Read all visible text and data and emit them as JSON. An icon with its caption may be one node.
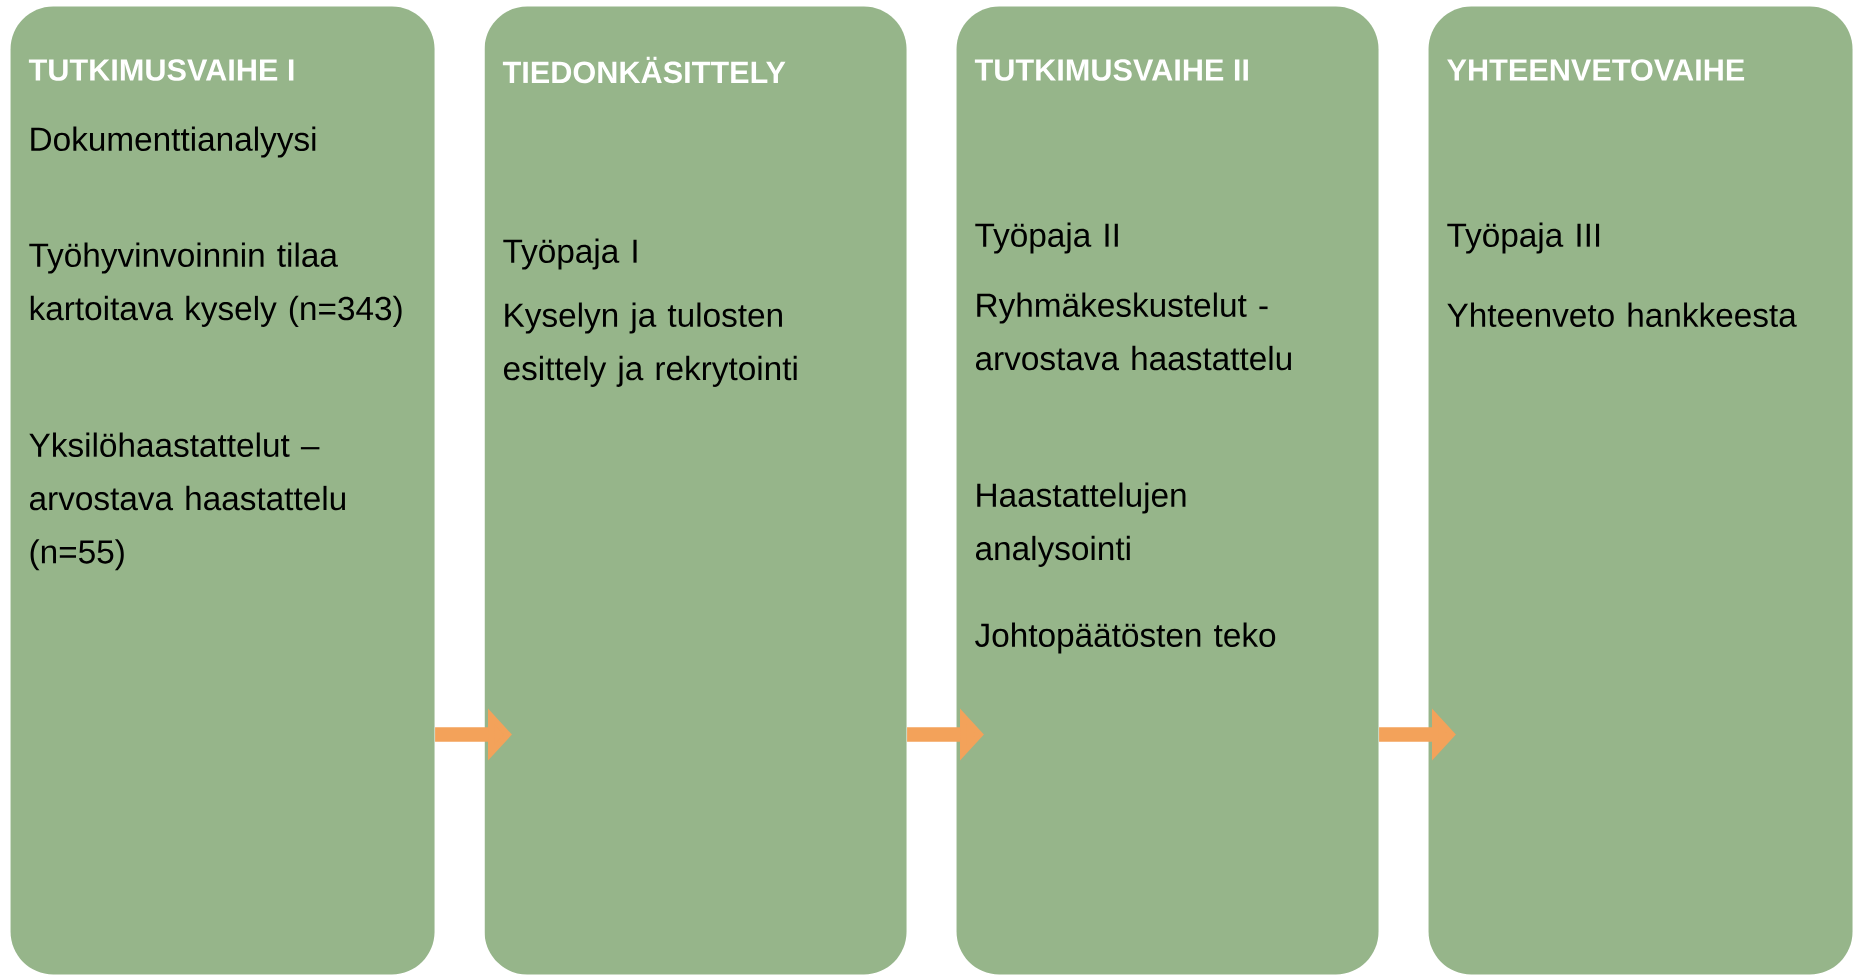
{
  "diagram": {
    "nodes": [
      {
        "text": [
          "TUTKIMUSVAIHE  I",
          "Dokumenttianalyysi",
          "Työhyvinvoinnin tilaa kartoitava kysely (n=343)",
          "Yksilöhaastattelut – arvostava haastattelu  (n=55)"
        ]
      },
      {
        "text": [
          "TIEDONKÄSITTELY",
          "Työpaja  I",
          "Kyselyn ja tulosten esittely ja rekrytointi"
        ]
      },
      {
        "text": [
          "TUTKIMUSVAIHE  II",
          "Työpaja II",
          "Ryhmäkeskustelut - arvostava haastattelu",
          "Haastattelujen analysointi",
          "Johtopäätösten teko"
        ]
      },
      {
        "text": [
          "YHTEENVETOVAIHE",
          "Työpaja III",
          "Yhteenveto hankkeesta"
        ]
      }
    ],
    "edges": [
      {
        "from": 0,
        "to": 1,
        "arrow": "to"
      },
      {
        "from": 1,
        "to": 2,
        "arrow": "to"
      },
      {
        "from": 2,
        "to": 3,
        "arrow": "to"
      }
    ]
  }
}
